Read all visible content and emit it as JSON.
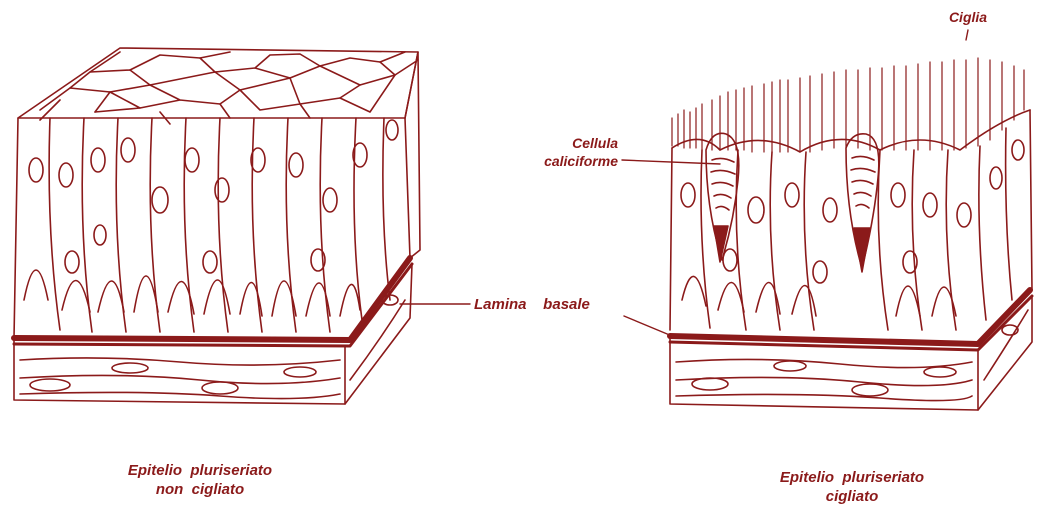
{
  "colors": {
    "ink": "#8b1a1a",
    "background": "#ffffff"
  },
  "labels": {
    "ciglia": "Ciglia",
    "cellula_line1": "Cellula",
    "cellula_line2": "caliciforme",
    "lamina_basale": "Lamina    basale",
    "left_caption_line1": "Epitelio  pluriseriato",
    "left_caption_line2": "non  cigliato",
    "right_caption_line1": "Epitelio  pluriseriato",
    "right_caption_line2": "cigliato"
  }
}
